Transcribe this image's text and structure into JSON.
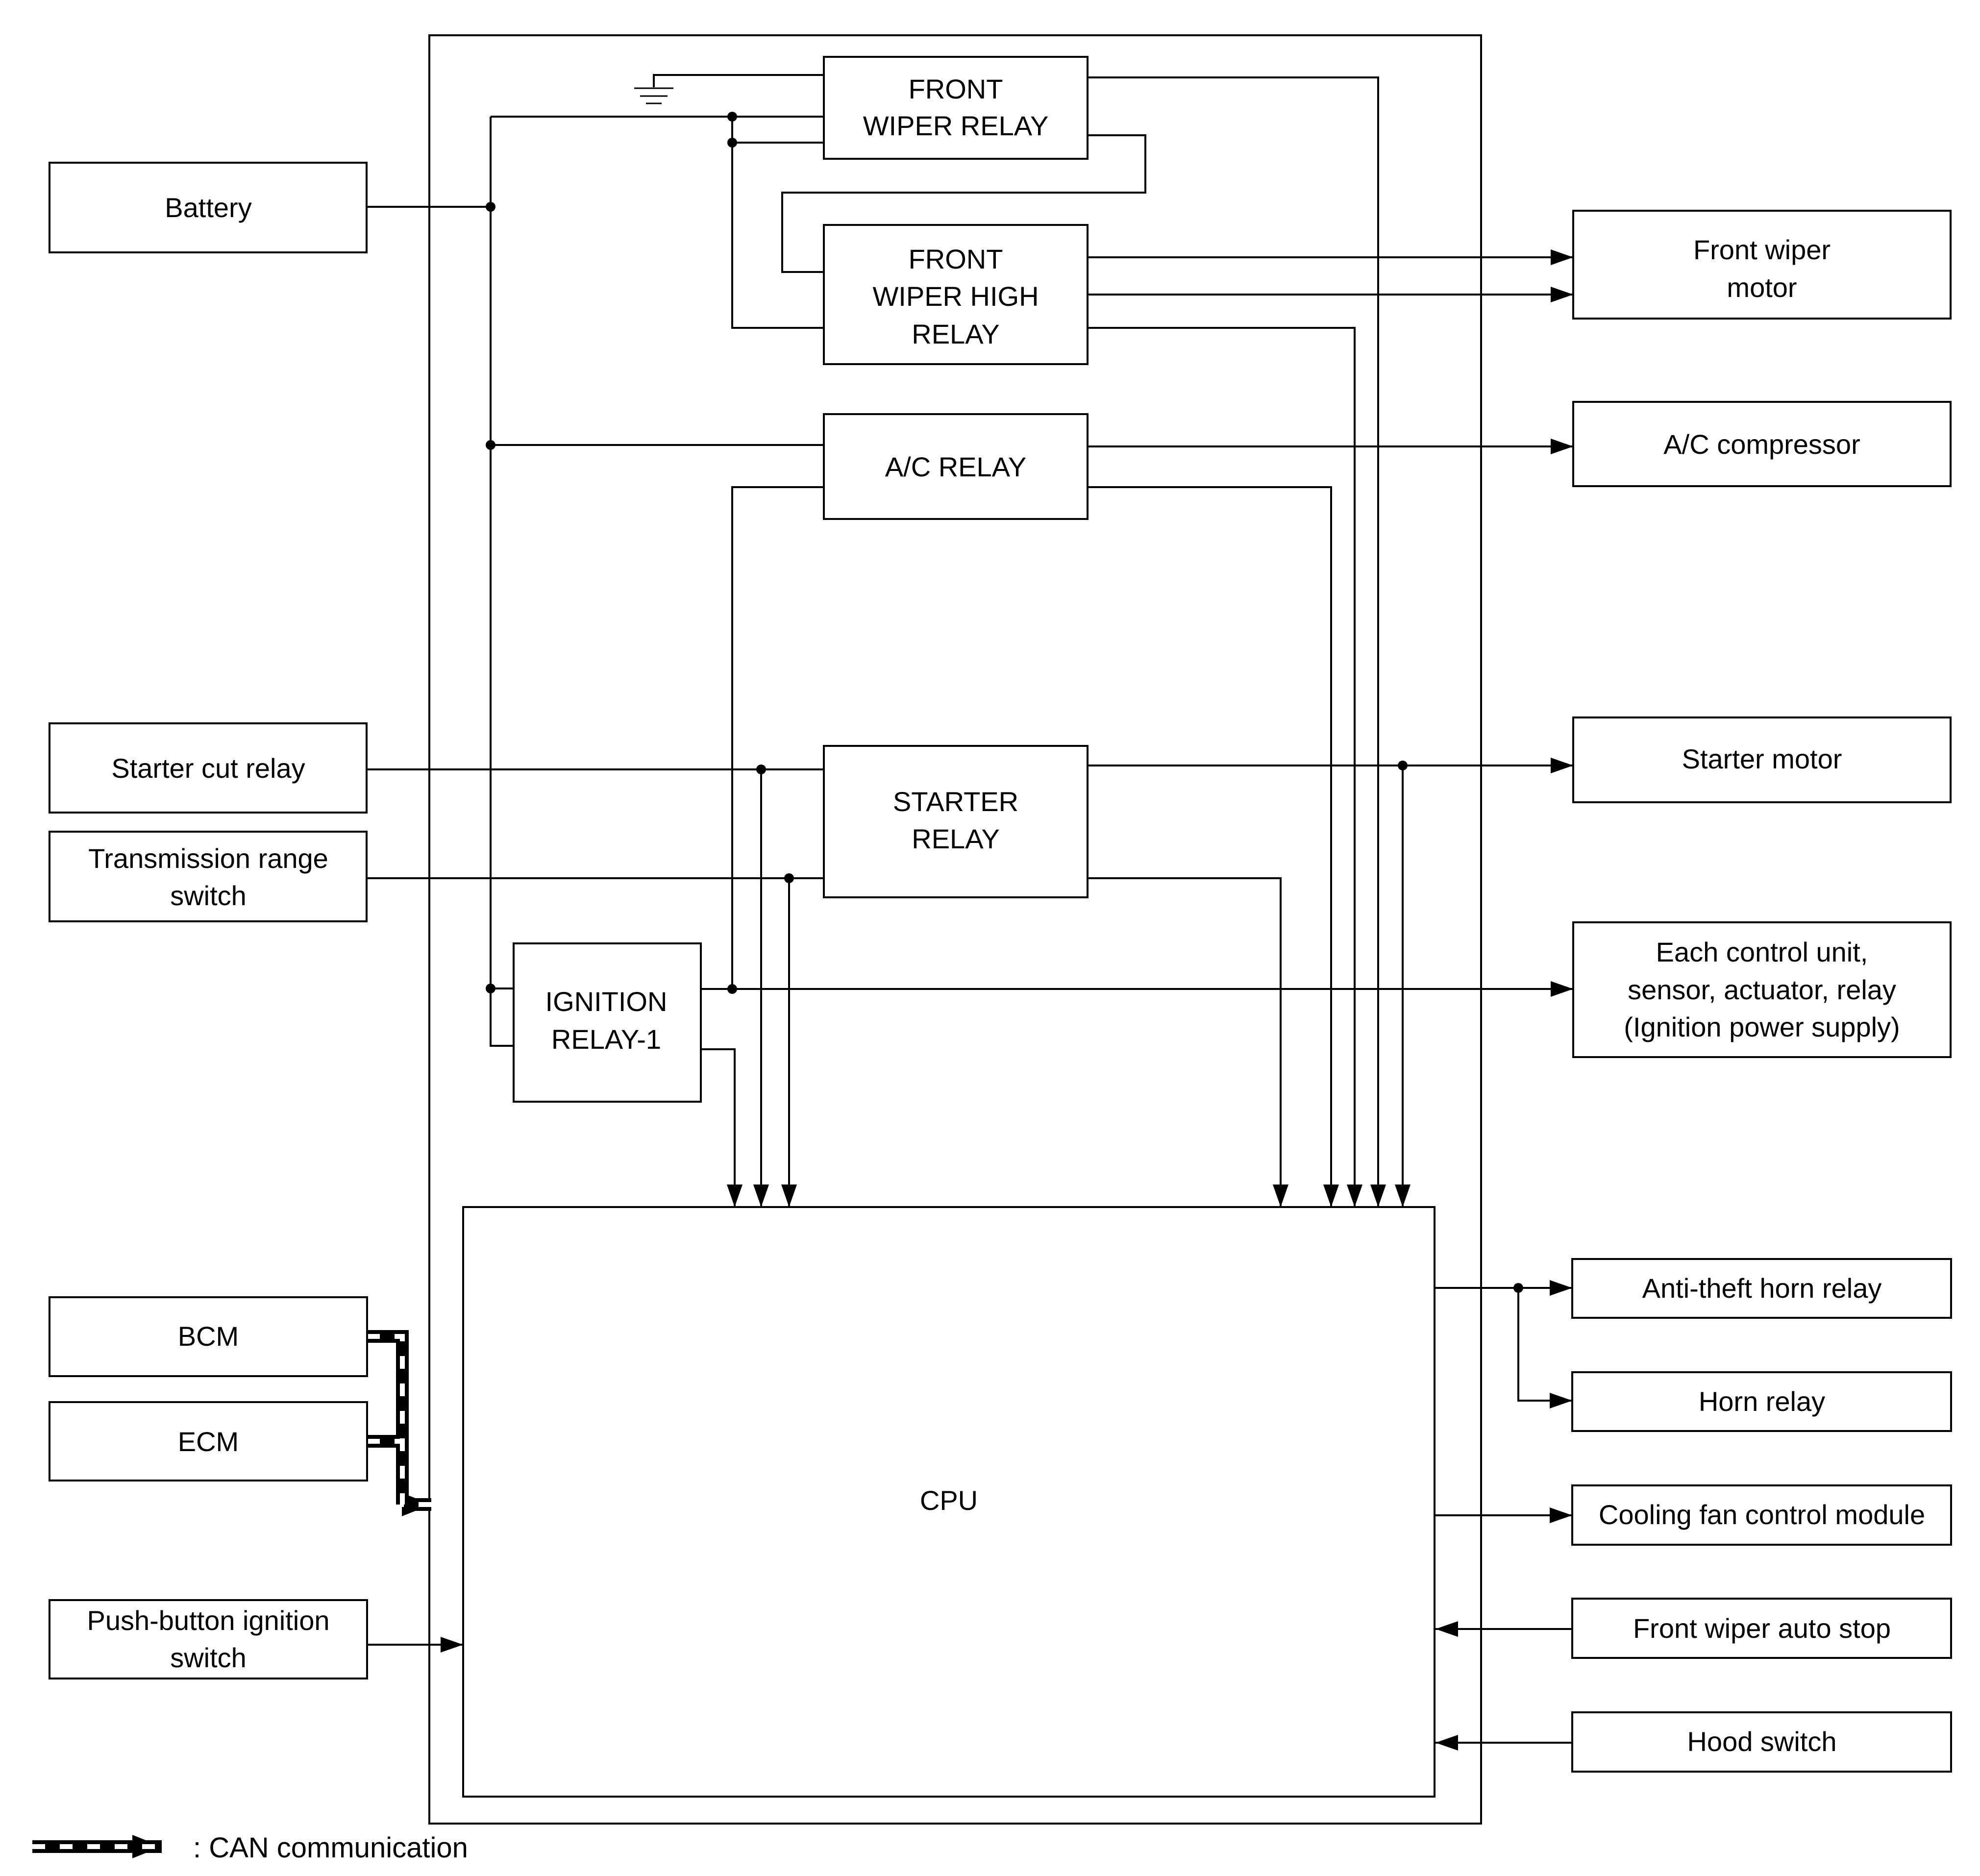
{
  "boxes": {
    "front_wiper_relay": [
      "FRONT",
      "WIPER RELAY"
    ],
    "front_wiper_high_relay": [
      "FRONT",
      "WIPER HIGH",
      "RELAY"
    ],
    "ac_relay": [
      "A/C RELAY"
    ],
    "starter_relay": [
      "STARTER",
      "RELAY"
    ],
    "ignition_relay_1": [
      "IGNITION",
      "RELAY-1"
    ],
    "cpu": [
      "CPU"
    ]
  },
  "inputs": {
    "battery": [
      "Battery"
    ],
    "starter_cut_relay": [
      "Starter cut relay"
    ],
    "transmission_range_switch": [
      "Transmission range",
      "switch"
    ],
    "bcm": [
      "BCM"
    ],
    "ecm": [
      "ECM"
    ],
    "push_button_ignition_switch": [
      "Push-button ignition",
      "switch"
    ],
    "front_wiper_auto_stop": [
      "Front wiper auto stop"
    ],
    "hood_switch": [
      "Hood switch"
    ]
  },
  "outputs": {
    "front_wiper_motor": [
      "Front wiper",
      "motor"
    ],
    "ac_compressor": [
      "A/C compressor"
    ],
    "starter_motor": [
      "Starter motor"
    ],
    "each_control_unit": [
      "Each control unit,",
      "sensor, actuator, relay",
      "(Ignition power supply)"
    ],
    "anti_theft_horn_relay": [
      "Anti-theft horn relay"
    ],
    "horn_relay": [
      "Horn relay"
    ],
    "cooling_fan_control_module": [
      "Cooling fan control module"
    ]
  },
  "legend": {
    "can_label": ": CAN communication"
  }
}
